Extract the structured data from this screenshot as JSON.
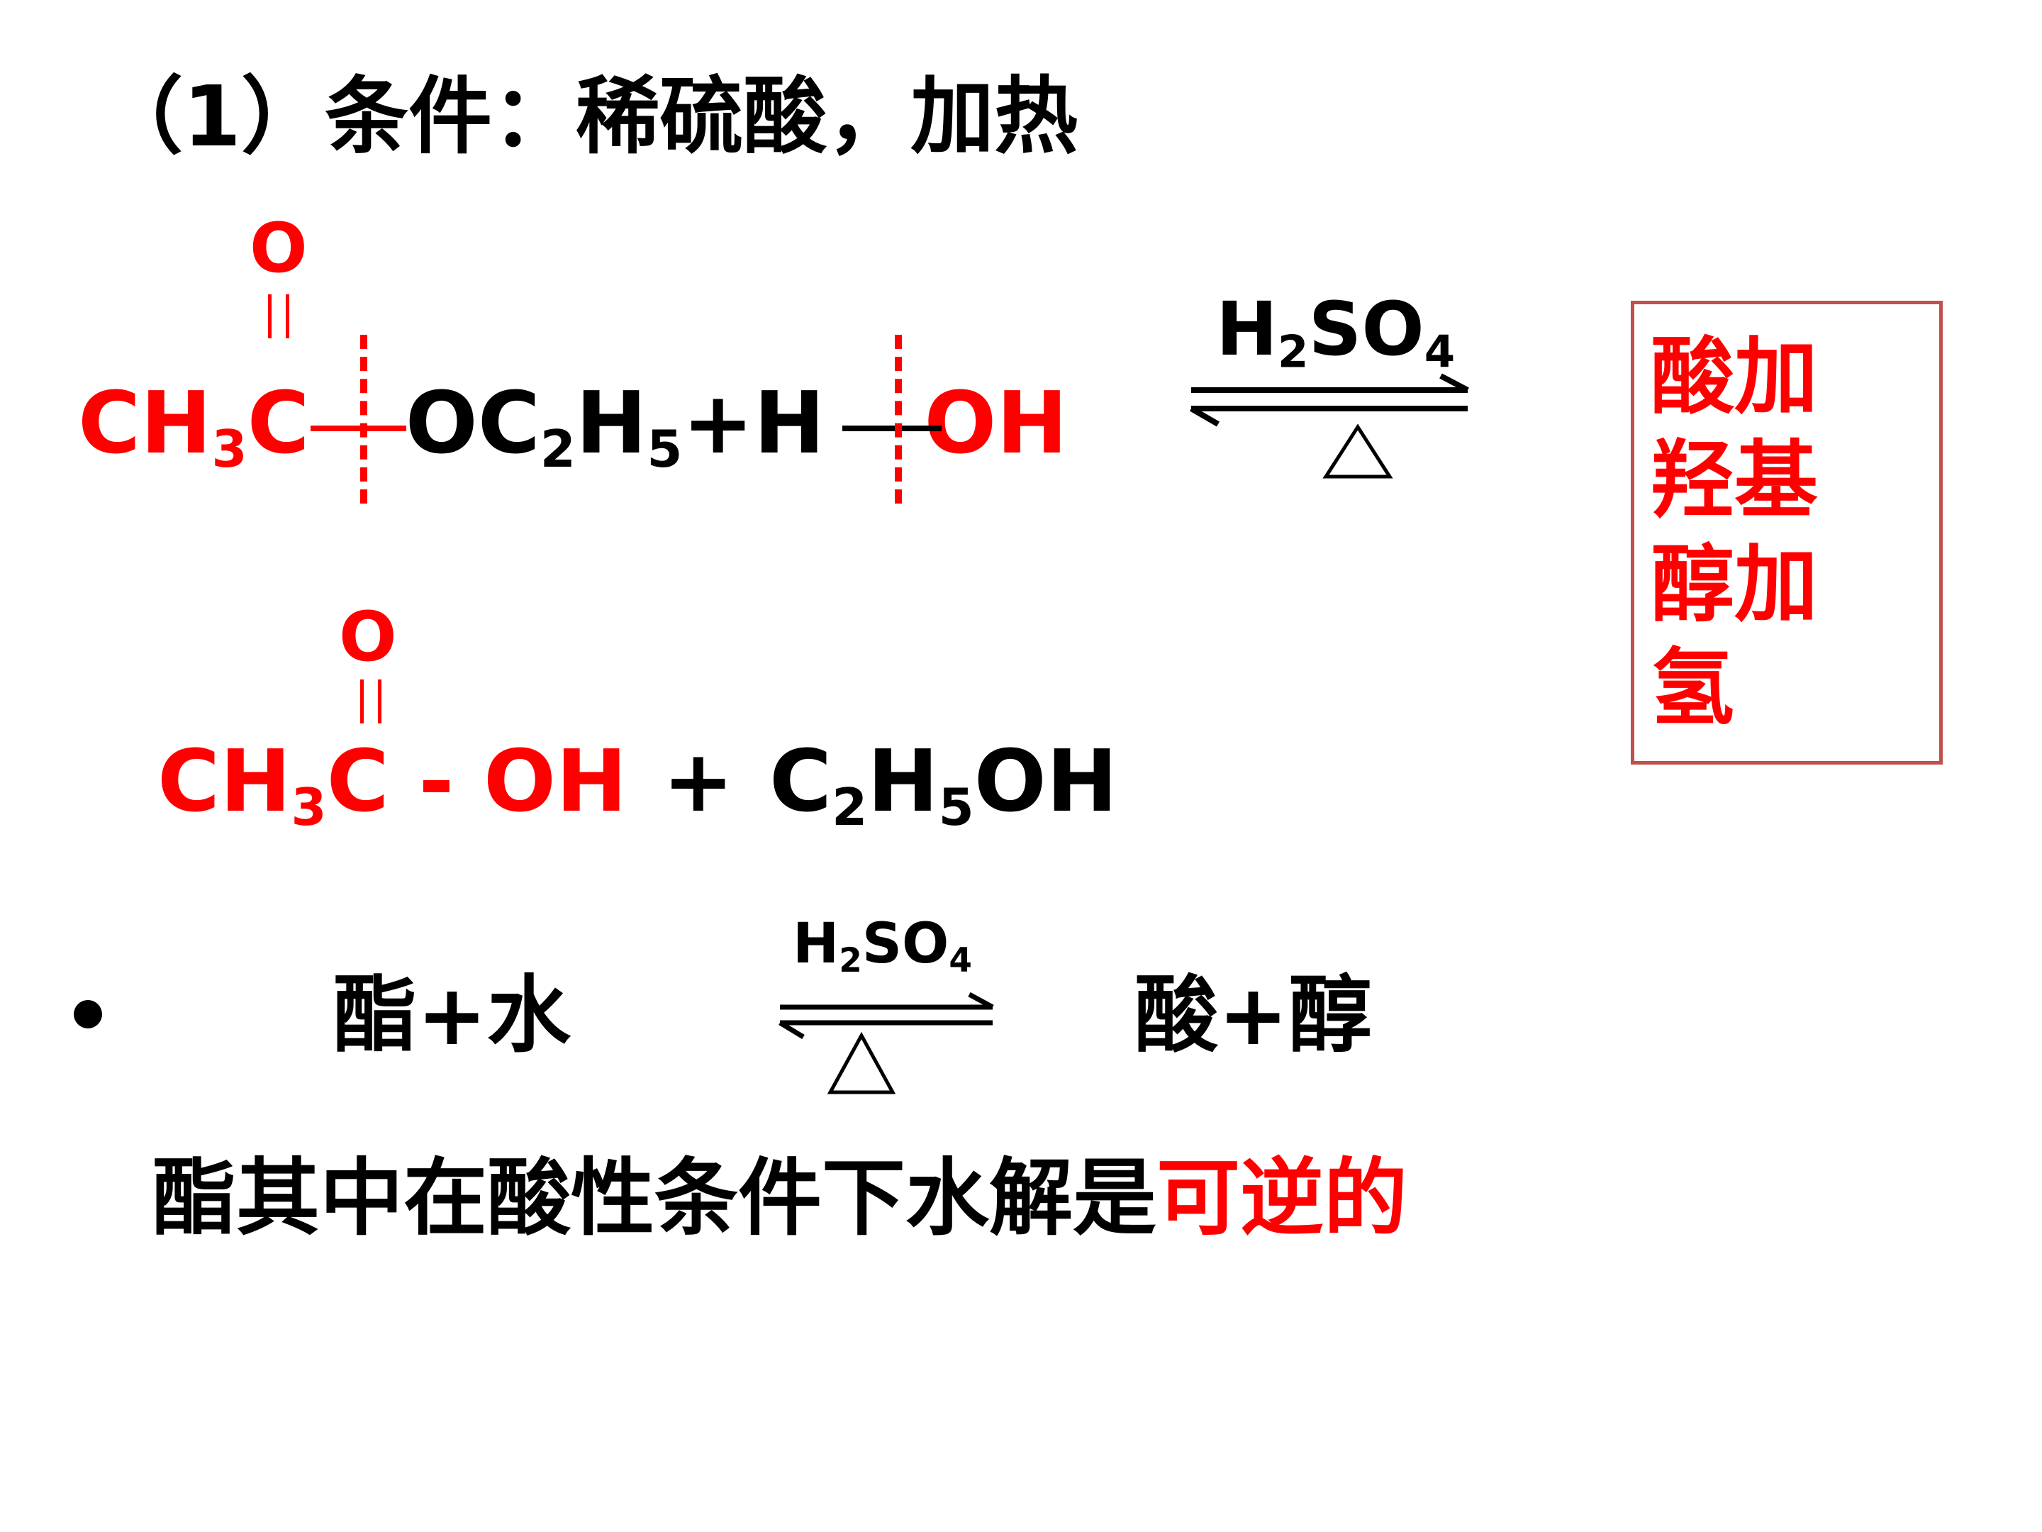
{
  "title": "（1）条件：稀硫酸，加热",
  "reaction1": {
    "reactant_acyl": {
      "pre": "CH",
      "sub": "3",
      "post": "C"
    },
    "carbonyl_o": "O",
    "alkoxy": {
      "a": "OC",
      "sub1": "2",
      "b": "H",
      "sub2": "5"
    },
    "plus": "+",
    "water_h": "H",
    "water_oh": "OH",
    "catalyst": {
      "a": "H",
      "sub1": "2",
      "b": "SO",
      "sub2": "4"
    },
    "heat_symbol": "△"
  },
  "reaction2": {
    "acid": {
      "pre": "CH",
      "sub": "3",
      "post": "C - OH"
    },
    "carbonyl_o": "O",
    "plus": "+",
    "alcohol": {
      "a": "C",
      "sub1": "2",
      "b": "H",
      "sub2": "5",
      "c": "OH"
    }
  },
  "note_box": {
    "lines": [
      "酸加",
      "羟基",
      "醇加",
      "氢"
    ],
    "border_color": "#c0504d"
  },
  "general": {
    "left": "酯+水",
    "right": "酸+醇",
    "catalyst": {
      "a": "H",
      "sub1": "2",
      "b": "SO",
      "sub2": "4"
    },
    "heat_symbol": "△"
  },
  "conclusion": {
    "normal": "酯其中在酸性条件下水解是",
    "highlight": "可逆的"
  },
  "colors": {
    "accent": "#ff0000",
    "text": "#000000"
  }
}
